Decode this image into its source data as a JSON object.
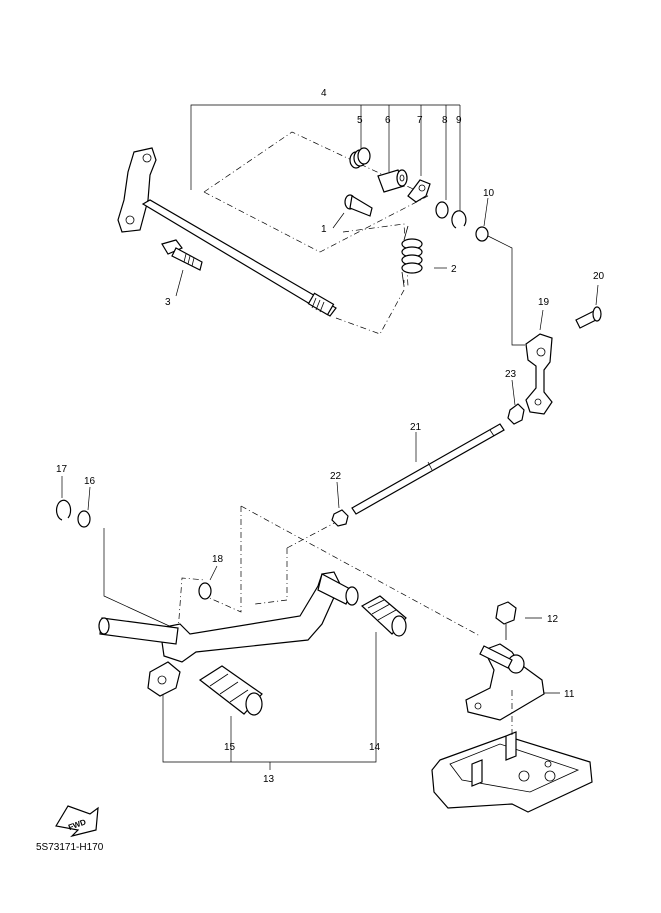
{
  "drawing_code": "5S73171-H170",
  "fwd_label": "FWD",
  "callouts": [
    {
      "id": "c1",
      "label": "1"
    },
    {
      "id": "c2",
      "label": "2"
    },
    {
      "id": "c3",
      "label": "3"
    },
    {
      "id": "c4",
      "label": "4"
    },
    {
      "id": "c5",
      "label": "5"
    },
    {
      "id": "c6",
      "label": "6"
    },
    {
      "id": "c7",
      "label": "7"
    },
    {
      "id": "c8",
      "label": "8"
    },
    {
      "id": "c9",
      "label": "9"
    },
    {
      "id": "c10",
      "label": "10"
    },
    {
      "id": "c11",
      "label": "11"
    },
    {
      "id": "c12",
      "label": "12"
    },
    {
      "id": "c13",
      "label": "13"
    },
    {
      "id": "c14",
      "label": "14"
    },
    {
      "id": "c15",
      "label": "15"
    },
    {
      "id": "c16",
      "label": "16"
    },
    {
      "id": "c17",
      "label": "17"
    },
    {
      "id": "c18",
      "label": "18"
    },
    {
      "id": "c19",
      "label": "19"
    },
    {
      "id": "c20",
      "label": "20"
    },
    {
      "id": "c21",
      "label": "21"
    },
    {
      "id": "c22",
      "label": "22"
    },
    {
      "id": "c23",
      "label": "23"
    }
  ]
}
